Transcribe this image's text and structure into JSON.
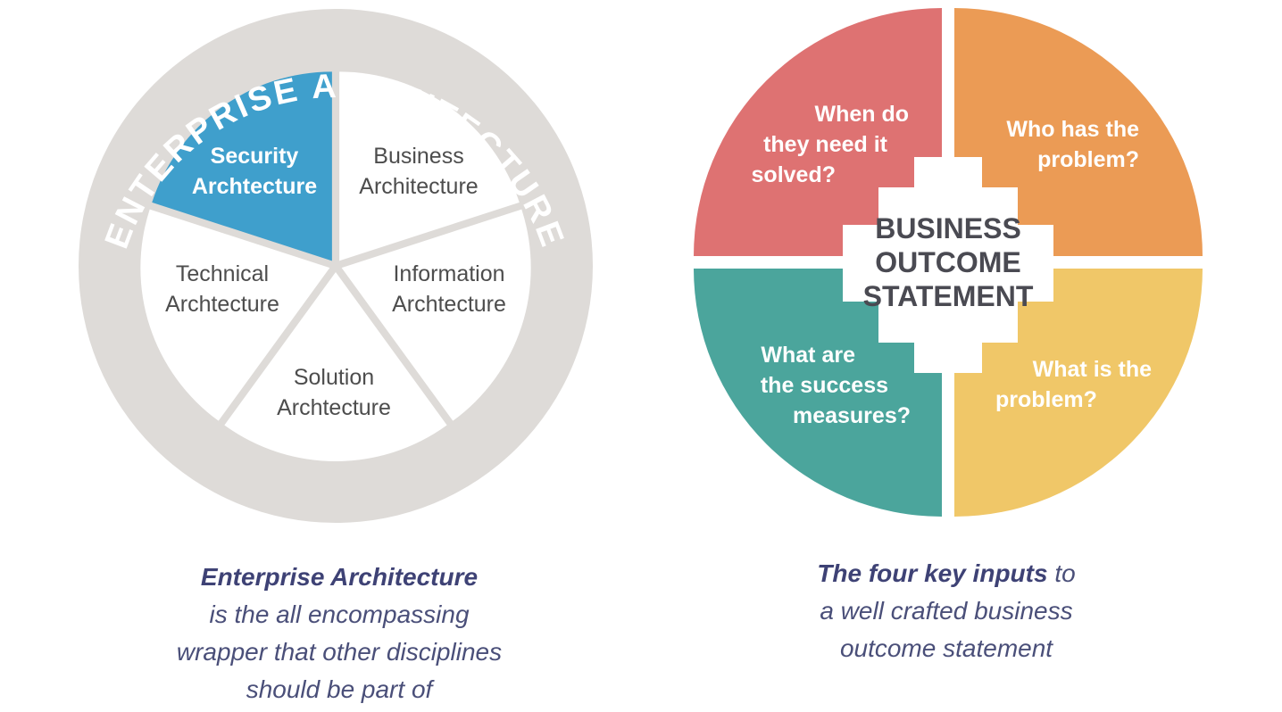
{
  "left_diagram": {
    "ring_title": "ENTERPRISE ARCHITECTURE",
    "segments": [
      {
        "lines": [
          "Security",
          "Archtecture"
        ],
        "highlighted": true
      },
      {
        "lines": [
          "Business",
          "Architecture"
        ],
        "highlighted": false
      },
      {
        "lines": [
          "Information",
          "Archtecture"
        ],
        "highlighted": false
      },
      {
        "lines": [
          "Solution",
          "Archtecture"
        ],
        "highlighted": false
      },
      {
        "lines": [
          "Technical",
          "Archtecture"
        ],
        "highlighted": false
      }
    ],
    "colors": {
      "ring": "#dedbd8",
      "highlight": "#3f9fcc",
      "segment": "#ffffff",
      "text": "#4d4d4d"
    }
  },
  "right_diagram": {
    "center_lines": [
      "BUSINESS",
      "OUTCOME",
      "STATEMENT"
    ],
    "quadrants": [
      {
        "lines": [
          "When do",
          "they need it",
          "solved?"
        ],
        "color": "#de7272"
      },
      {
        "lines": [
          "Who has the",
          "problem?"
        ],
        "color": "#eb9b55"
      },
      {
        "lines": [
          "What is the",
          "problem?"
        ],
        "color": "#f0c768"
      },
      {
        "lines": [
          "What are",
          "the success",
          "measures?"
        ],
        "color": "#4ba59c"
      }
    ],
    "center_text_color": "#4a4a52"
  },
  "captions": {
    "left": {
      "strong": "Enterprise Architecture",
      "line2": "is the all encompassing",
      "line3": "wrapper that other disciplines",
      "line4": "should be part of"
    },
    "right": {
      "strong": "The four key inputs",
      "after": " to",
      "line2": "a well crafted business",
      "line3": "outcome statement"
    }
  }
}
